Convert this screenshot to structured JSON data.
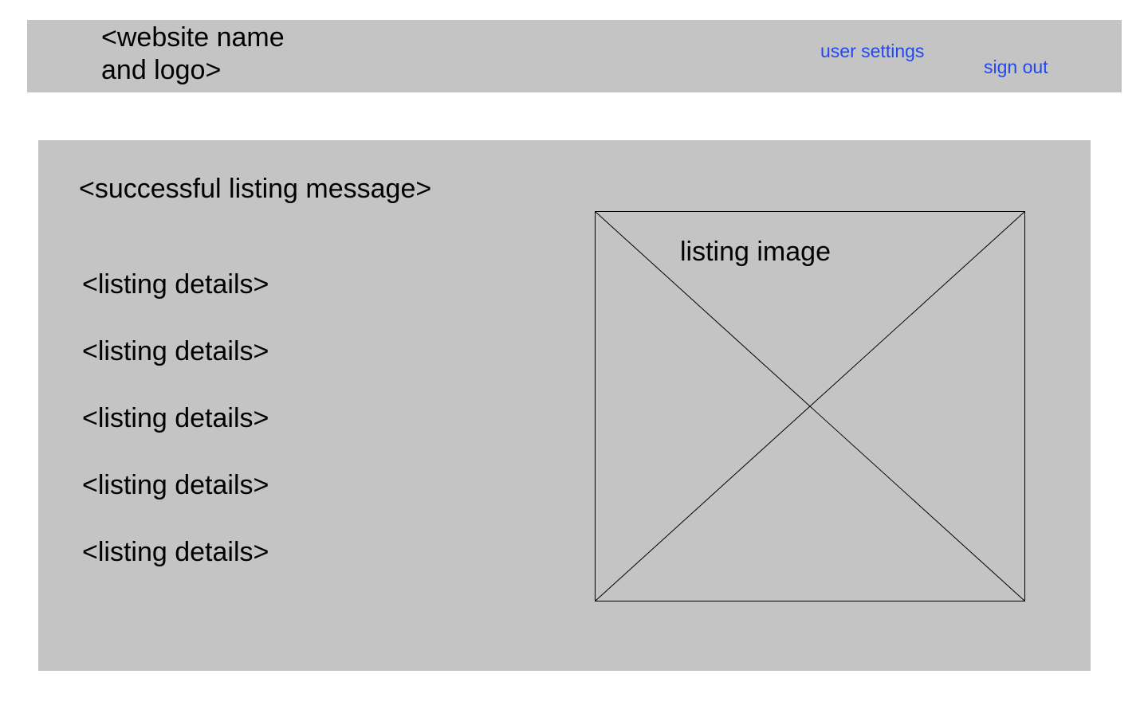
{
  "header": {
    "site_name": "<website name\nand logo>",
    "user_settings_label": "user settings",
    "sign_out_label": "sign out"
  },
  "main": {
    "success_message": "<successful listing message>",
    "listing_details": [
      "<listing details>",
      "<listing details>",
      "<listing details>",
      "<listing details>",
      "<listing details>"
    ],
    "image_label": "listing image"
  },
  "colors": {
    "panel_background": "#c4c4c4",
    "link": "#2248f0",
    "text": "#000000"
  }
}
